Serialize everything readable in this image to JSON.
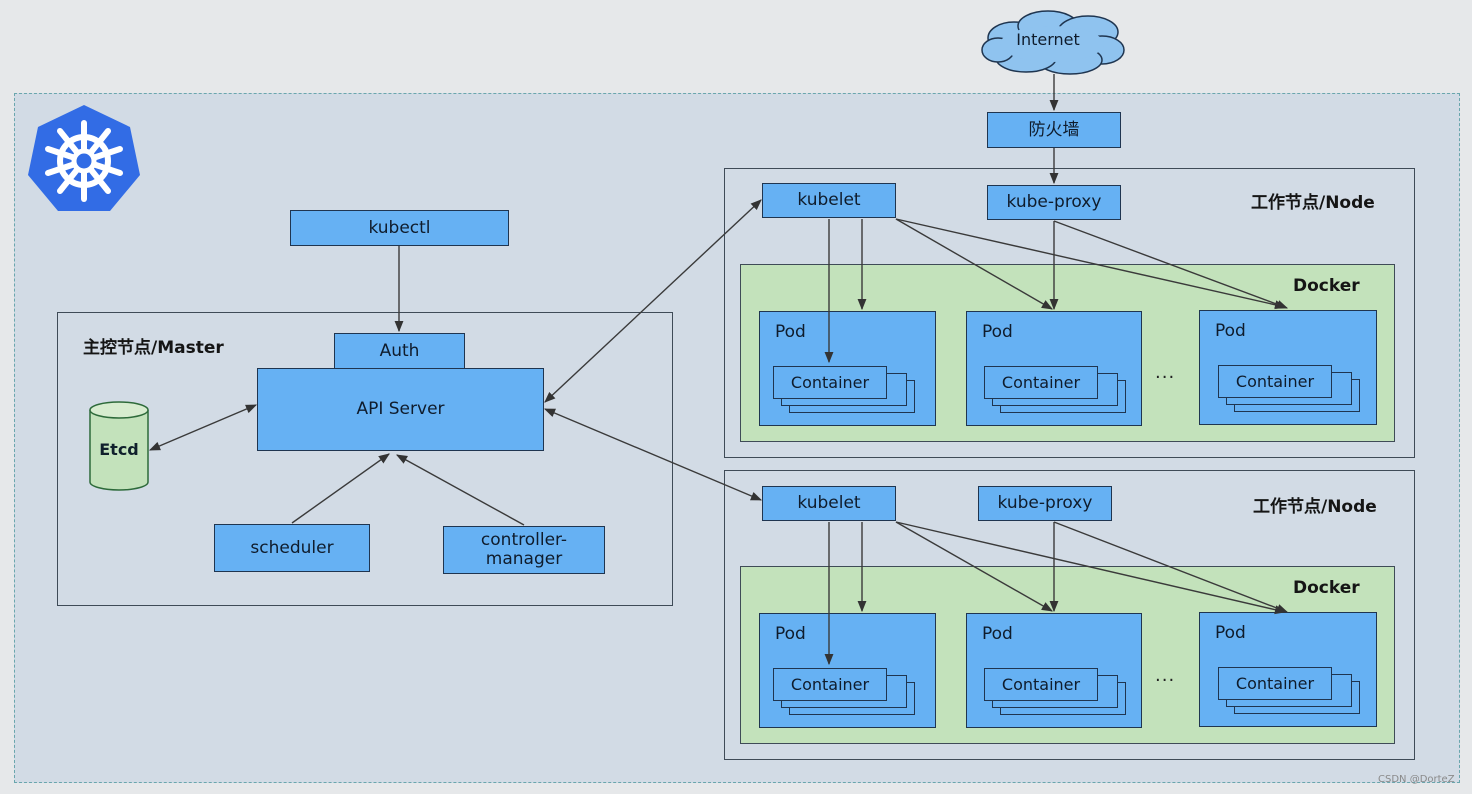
{
  "internet": "Internet",
  "firewall": "防火墙",
  "master": {
    "title": "主控节点/Master",
    "kubectl": "kubectl",
    "auth": "Auth",
    "api_server": "API Server",
    "etcd": "Etcd",
    "scheduler": "scheduler",
    "controller_manager": "controller-\nmanager"
  },
  "nodes": [
    {
      "title": "工作节点/Node",
      "kubelet": "kubelet",
      "kube_proxy": "kube-proxy",
      "docker": "Docker",
      "pods": [
        {
          "label": "Pod",
          "container": "Container"
        },
        {
          "label": "Pod",
          "container": "Container"
        },
        {
          "label": "Pod",
          "container": "Container"
        }
      ],
      "ellipsis": "···"
    },
    {
      "title": "工作节点/Node",
      "kubelet": "kubelet",
      "kube_proxy": "kube-proxy",
      "docker": "Docker",
      "pods": [
        {
          "label": "Pod",
          "container": "Container"
        },
        {
          "label": "Pod",
          "container": "Container"
        },
        {
          "label": "Pod",
          "container": "Container"
        }
      ],
      "ellipsis": "···"
    }
  ],
  "watermark": "CSDN @DorteZ",
  "colors": {
    "component_fill": "#66b1f3",
    "docker_fill": "#c3e2bb",
    "cluster_fill": "#d2dbe5",
    "logo": "#326ce5",
    "cloud": "#8fc3ef"
  },
  "icons": {
    "logo": "kubernetes-helm-logo-icon",
    "cloud": "internet-cloud-icon",
    "database": "etcd-database-icon"
  }
}
